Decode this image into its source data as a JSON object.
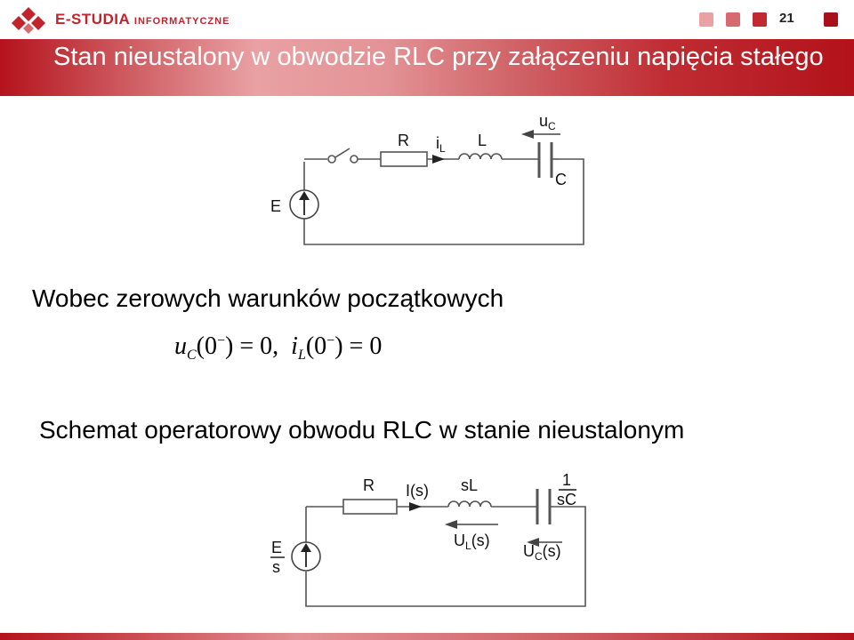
{
  "header": {
    "brand_main": "E-STUDIA",
    "brand_sub": "INFORMATYCZNE",
    "page_number": "21",
    "square_colors": [
      "#e8a2a4",
      "#d76a70",
      "#c02a31",
      "#a8111a"
    ]
  },
  "slide": {
    "title": "Stan nieustalony w obwodzie RLC przy załączeniu napięcia stałego",
    "text1": "Wobec zerowych warunków początkowych",
    "formula": {
      "u": "u",
      "u_sub": "C",
      "arg1": "(0",
      "sup1": "−",
      "rest1": ") = 0,",
      "i": "i",
      "i_sub": "L",
      "arg2": "(0",
      "sup2": "−",
      "rest2": ") = 0"
    },
    "text2": "Schemat operatorowy obwodu RLC w stanie nieustalonym"
  },
  "circuit1": {
    "label_R": "R",
    "label_iL_main": "i",
    "label_iL_sub": "L",
    "label_L": "L",
    "label_uC_main": "u",
    "label_uC_sub": "C",
    "label_C": "C",
    "label_E": "E"
  },
  "circuit2": {
    "label_R": "R",
    "label_Is": "I(s)",
    "label_sL": "sL",
    "label_cap_num": "1",
    "label_cap_den": "sC",
    "label_UL_main": "U",
    "label_UL_sub": "L",
    "label_UL_arg": "(s)",
    "label_UC_main": "U",
    "label_UC_sub": "C",
    "label_UC_arg": "(s)",
    "label_E_num": "E",
    "label_E_den": "s"
  }
}
